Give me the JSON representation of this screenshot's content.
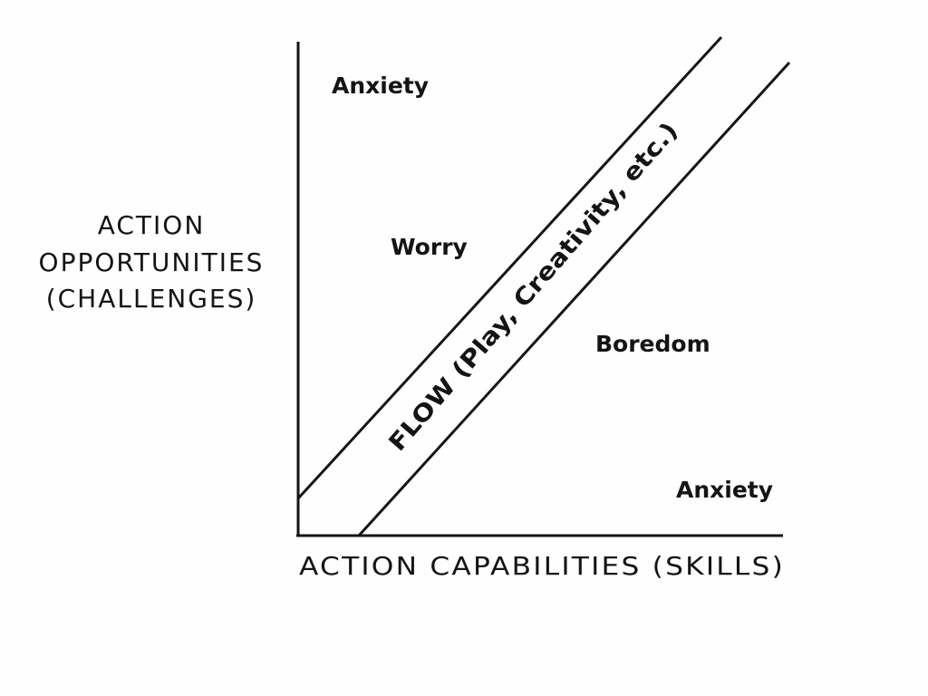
{
  "diagram": {
    "y_axis_label": [
      "ACTION",
      "OPPORTUNITIES",
      "(CHALLENGES)"
    ],
    "x_axis_label": "ACTION CAPABILITIES (SKILLS)",
    "band_label": "FLOW (Play, Creativity, etc.)",
    "regions": {
      "anxiety_top": "Anxiety",
      "worry": "Worry",
      "boredom": "Boredom",
      "anxiety_bottom": "Anxiety"
    },
    "colors": {
      "ink": "#161412",
      "background": "#fefefe"
    }
  }
}
